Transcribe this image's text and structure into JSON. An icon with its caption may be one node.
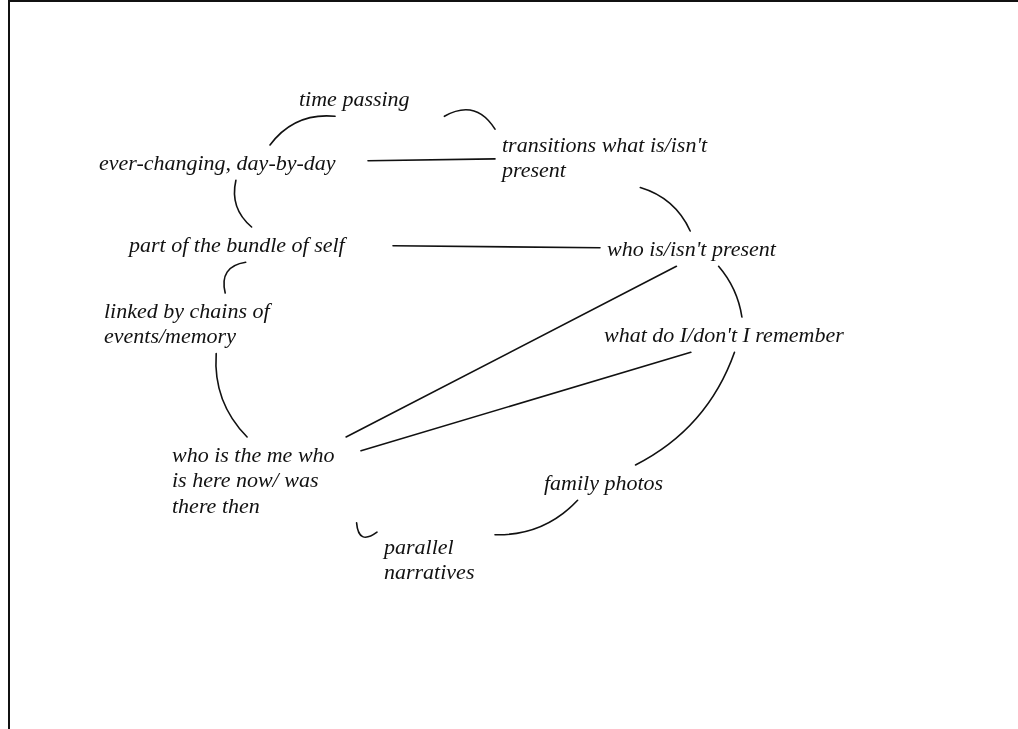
{
  "diagram": {
    "nodes": [
      {
        "text": [
          "time passing"
        ]
      },
      {
        "text": [
          "ever-changing, day-by-day"
        ]
      },
      {
        "text": [
          "transitions what is/isn't present"
        ]
      },
      {
        "text": [
          "part of the bundle of self"
        ]
      },
      {
        "text": [
          "who is/isn't present"
        ]
      },
      {
        "text": [
          "linked by chains of events/memory"
        ]
      },
      {
        "text": [
          "what do I/don't I remember"
        ]
      },
      {
        "text": [
          "who is the me who is here now/ was there then"
        ]
      },
      {
        "text": [
          "family photos"
        ]
      },
      {
        "text": [
          "parallel narratives"
        ]
      }
    ],
    "edges": [
      {
        "from": 1,
        "to": 0,
        "arrow": "none"
      },
      {
        "from": 0,
        "to": 2,
        "arrow": "none"
      },
      {
        "from": 1,
        "to": 2,
        "arrow": "none"
      },
      {
        "from": 3,
        "to": 1,
        "arrow": "none"
      },
      {
        "from": 2,
        "to": 4,
        "arrow": "none"
      },
      {
        "from": 3,
        "to": 4,
        "arrow": "none"
      },
      {
        "from": 5,
        "to": 3,
        "arrow": "none"
      },
      {
        "from": 4,
        "to": 6,
        "arrow": "none"
      },
      {
        "from": 7,
        "to": 4,
        "arrow": "none"
      },
      {
        "from": 7,
        "to": 6,
        "arrow": "none"
      },
      {
        "from": 7,
        "to": 5,
        "arrow": "none"
      },
      {
        "from": 6,
        "to": 8,
        "arrow": "none"
      },
      {
        "from": 8,
        "to": 9,
        "arrow": "none"
      },
      {
        "from": 9,
        "to": 7,
        "arrow": "none"
      }
    ]
  }
}
